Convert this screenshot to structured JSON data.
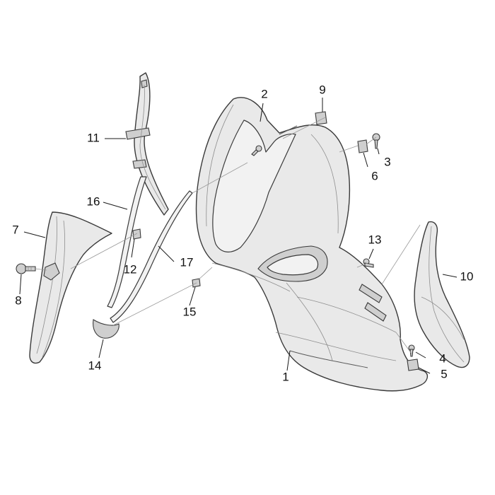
{
  "callouts": {
    "c1": "1",
    "c2": "2",
    "c3": "3",
    "c4": "4",
    "c5": "5",
    "c6": "6",
    "c7": "7",
    "c8": "8",
    "c9": "9",
    "c10": "10",
    "c11": "11",
    "c12": "12",
    "c13": "13",
    "c14": "14",
    "c15": "15",
    "c16": "16",
    "c17": "17"
  },
  "colors": {
    "line": "#3a3a3a",
    "fill": "#e9e9e9",
    "text": "#111111"
  }
}
